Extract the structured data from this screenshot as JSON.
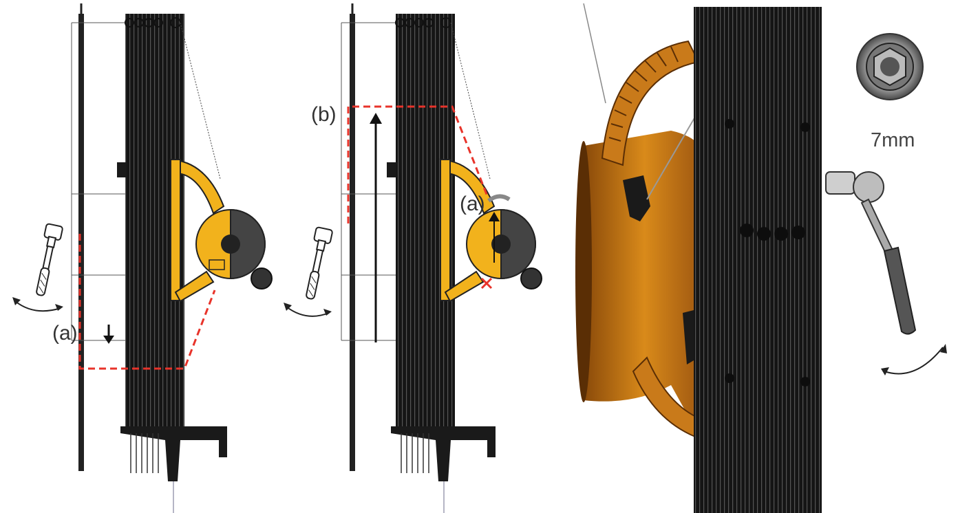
{
  "labels": {
    "a_left": "(a)",
    "b_middle": "(b)",
    "a_middle": "(a)",
    "socket_size": "7mm"
  },
  "colors": {
    "mast": "#1a1a1a",
    "winch": "#f2b21c",
    "guide": "#e8332a",
    "strap": "#c97a1a"
  },
  "icons": [
    "ratchet-wrench-icon",
    "rotate-arrow-icon",
    "socket-7mm-icon"
  ]
}
